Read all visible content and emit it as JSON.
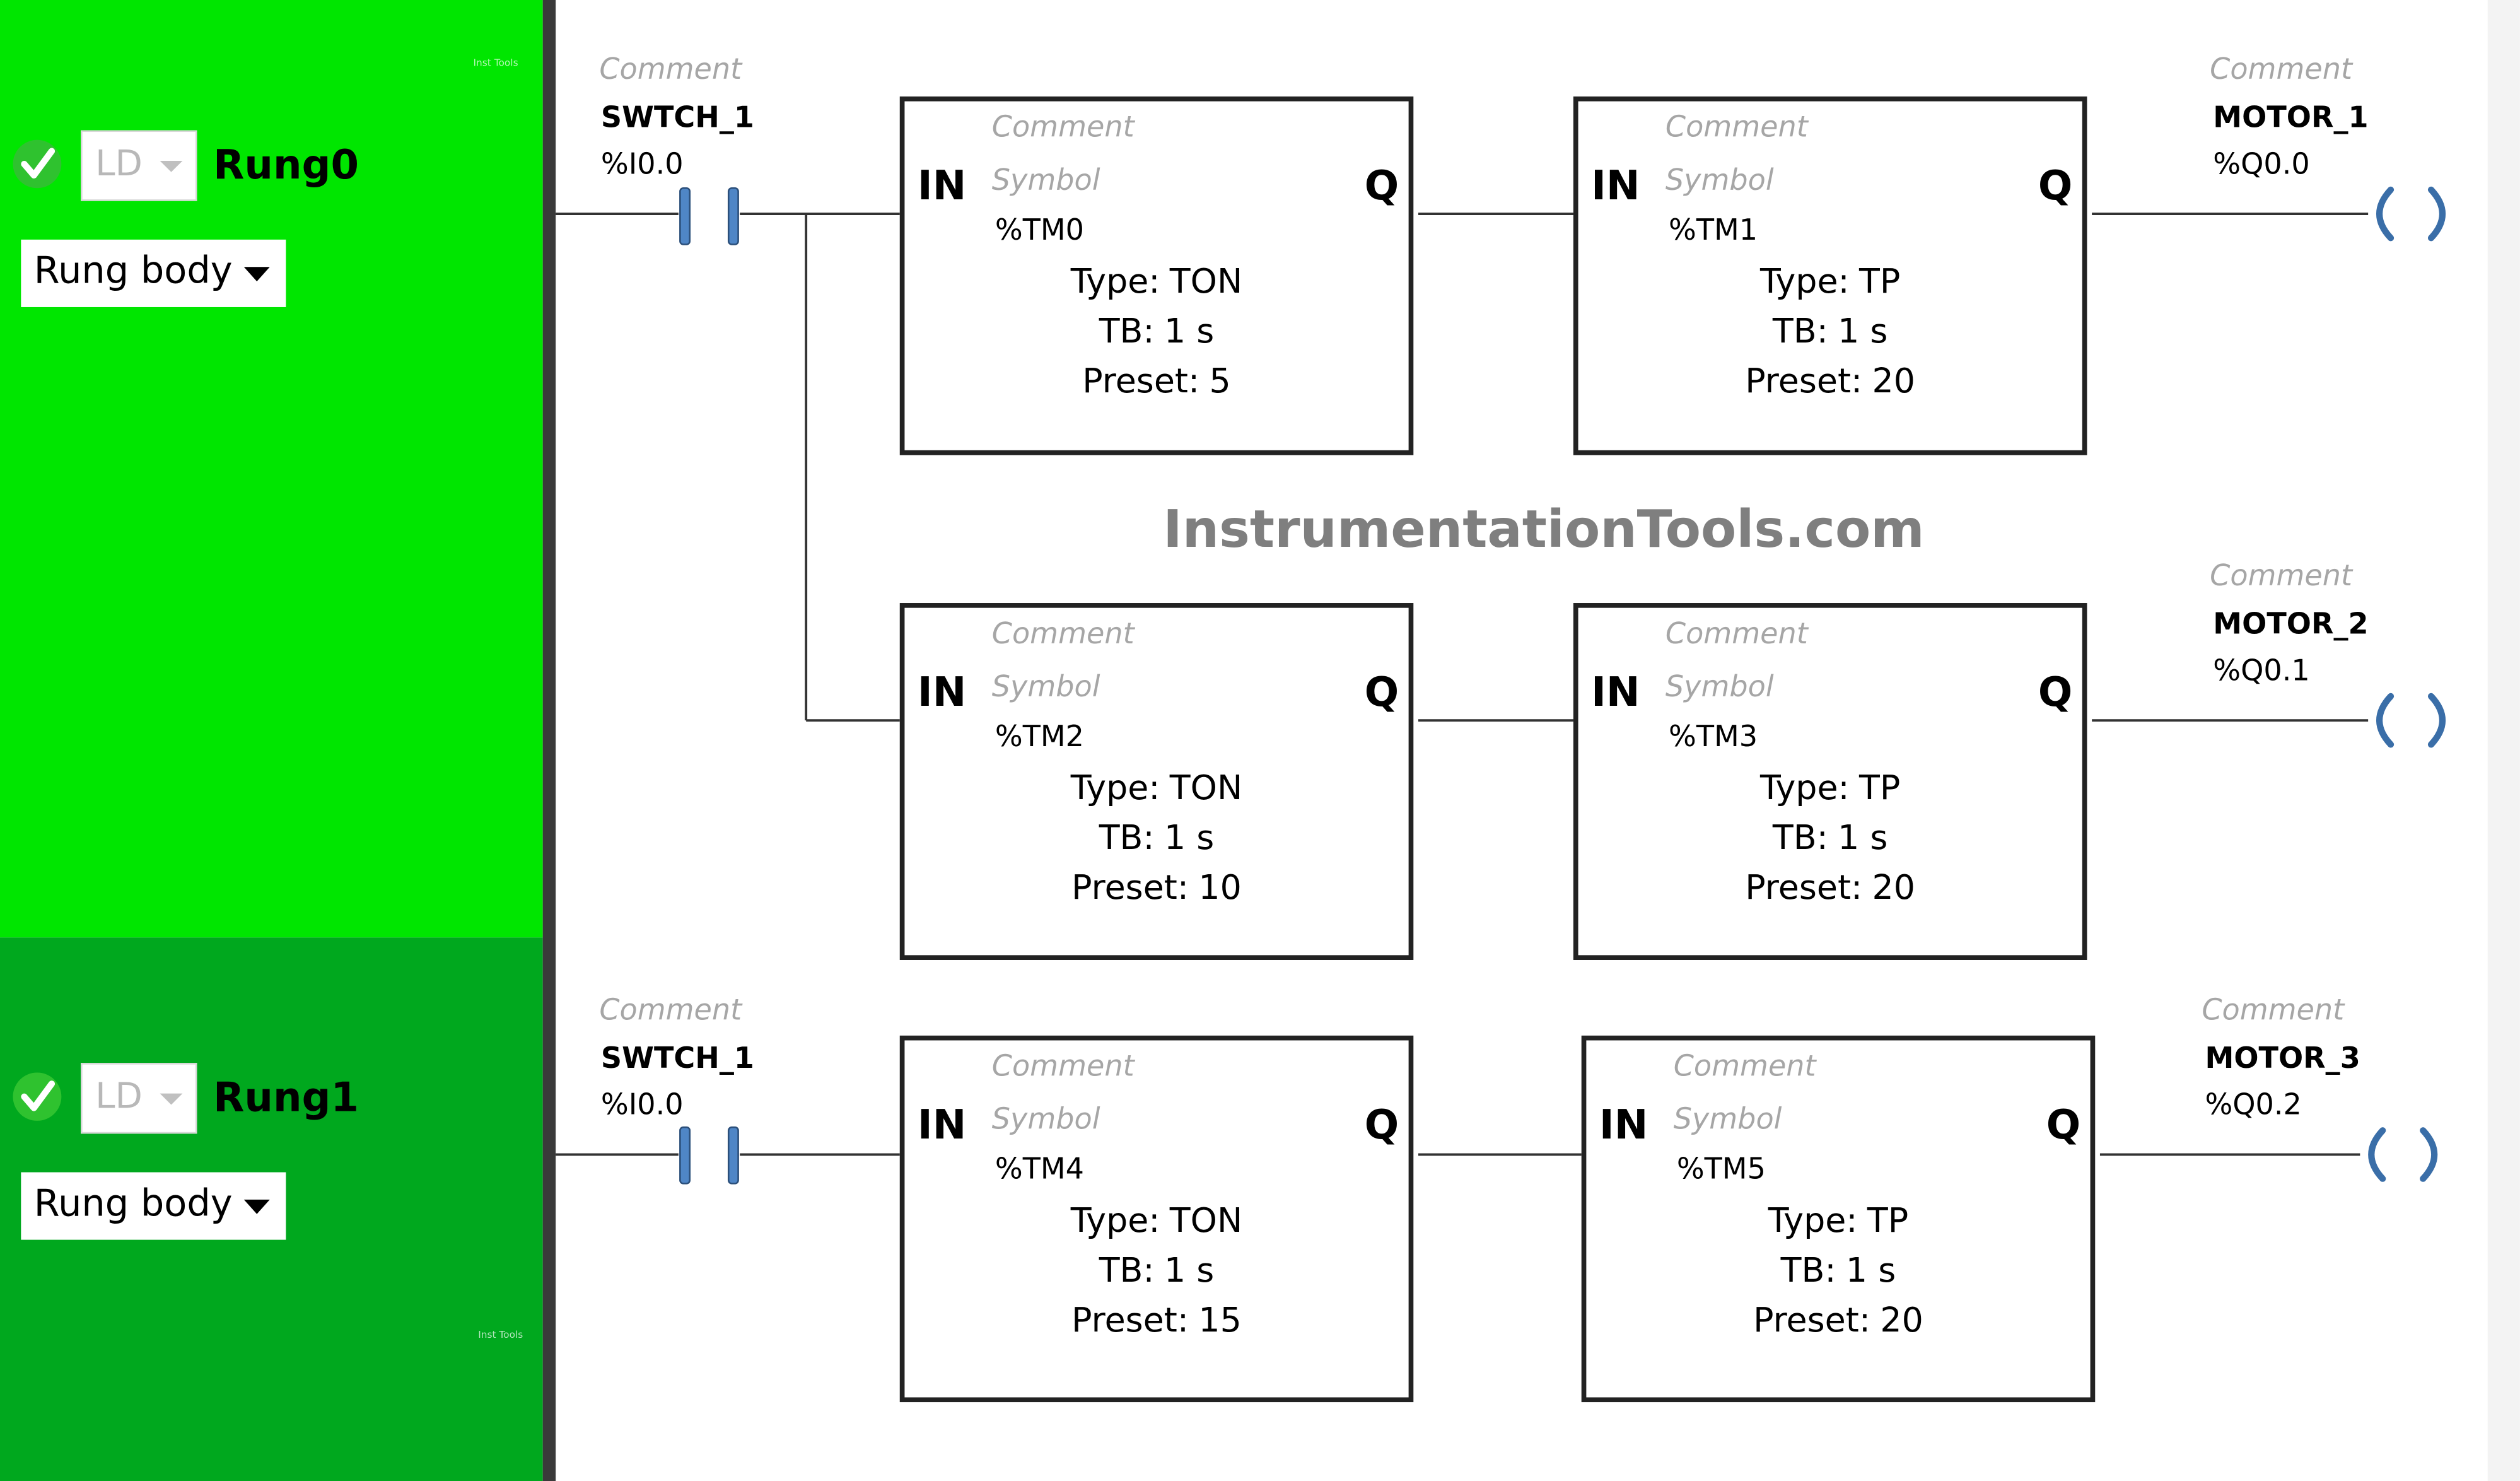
{
  "watermark": "InstrumentationTools.com",
  "panel_watermark": "Inst Tools",
  "rungs": [
    {
      "name": "Rung0",
      "language": "LD",
      "body_label": "Rung body",
      "contact": {
        "comment": "Comment",
        "symbol": "SWTCH_1",
        "address": "%I0.0"
      },
      "branches": [
        {
          "timers": [
            {
              "comment": "Comment",
              "symbol_label": "Symbol",
              "address": "%TM0",
              "in_label": "IN",
              "out_label": "Q",
              "type_label": "Type:",
              "type": "TON",
              "tb_label": "TB:",
              "tb": "1 s",
              "preset_label": "Preset:",
              "preset": "5"
            },
            {
              "comment": "Comment",
              "symbol_label": "Symbol",
              "address": "%TM1",
              "in_label": "IN",
              "out_label": "Q",
              "type_label": "Type:",
              "type": "TP",
              "tb_label": "TB:",
              "tb": "1 s",
              "preset_label": "Preset:",
              "preset": "20"
            }
          ],
          "coil": {
            "comment": "Comment",
            "symbol": "MOTOR_1",
            "address": "%Q0.0"
          }
        },
        {
          "timers": [
            {
              "comment": "Comment",
              "symbol_label": "Symbol",
              "address": "%TM2",
              "in_label": "IN",
              "out_label": "Q",
              "type_label": "Type:",
              "type": "TON",
              "tb_label": "TB:",
              "tb": "1 s",
              "preset_label": "Preset:",
              "preset": "10"
            },
            {
              "comment": "Comment",
              "symbol_label": "Symbol",
              "address": "%TM3",
              "in_label": "IN",
              "out_label": "Q",
              "type_label": "Type:",
              "type": "TP",
              "tb_label": "TB:",
              "tb": "1 s",
              "preset_label": "Preset:",
              "preset": "20"
            }
          ],
          "coil": {
            "comment": "Comment",
            "symbol": "MOTOR_2",
            "address": "%Q0.1"
          }
        }
      ]
    },
    {
      "name": "Rung1",
      "language": "LD",
      "body_label": "Rung body",
      "contact": {
        "comment": "Comment",
        "symbol": "SWTCH_1",
        "address": "%I0.0"
      },
      "branches": [
        {
          "timers": [
            {
              "comment": "Comment",
              "symbol_label": "Symbol",
              "address": "%TM4",
              "in_label": "IN",
              "out_label": "Q",
              "type_label": "Type:",
              "type": "TON",
              "tb_label": "TB:",
              "tb": "1 s",
              "preset_label": "Preset:",
              "preset": "15"
            },
            {
              "comment": "Comment",
              "symbol_label": "Symbol",
              "address": "%TM5",
              "in_label": "IN",
              "out_label": "Q",
              "type_label": "Type:",
              "type": "TP",
              "tb_label": "TB:",
              "tb": "1 s",
              "preset_label": "Preset:",
              "preset": "20"
            }
          ],
          "coil": {
            "comment": "Comment",
            "symbol": "MOTOR_3",
            "address": "%Q0.2"
          }
        }
      ]
    }
  ],
  "colors": {
    "rung0_panel": "#00e600",
    "rung1_panel": "#00a81e",
    "contact_blue": "#4f86c6",
    "coil_blue": "#3a6ea8",
    "wire": "#333333"
  }
}
